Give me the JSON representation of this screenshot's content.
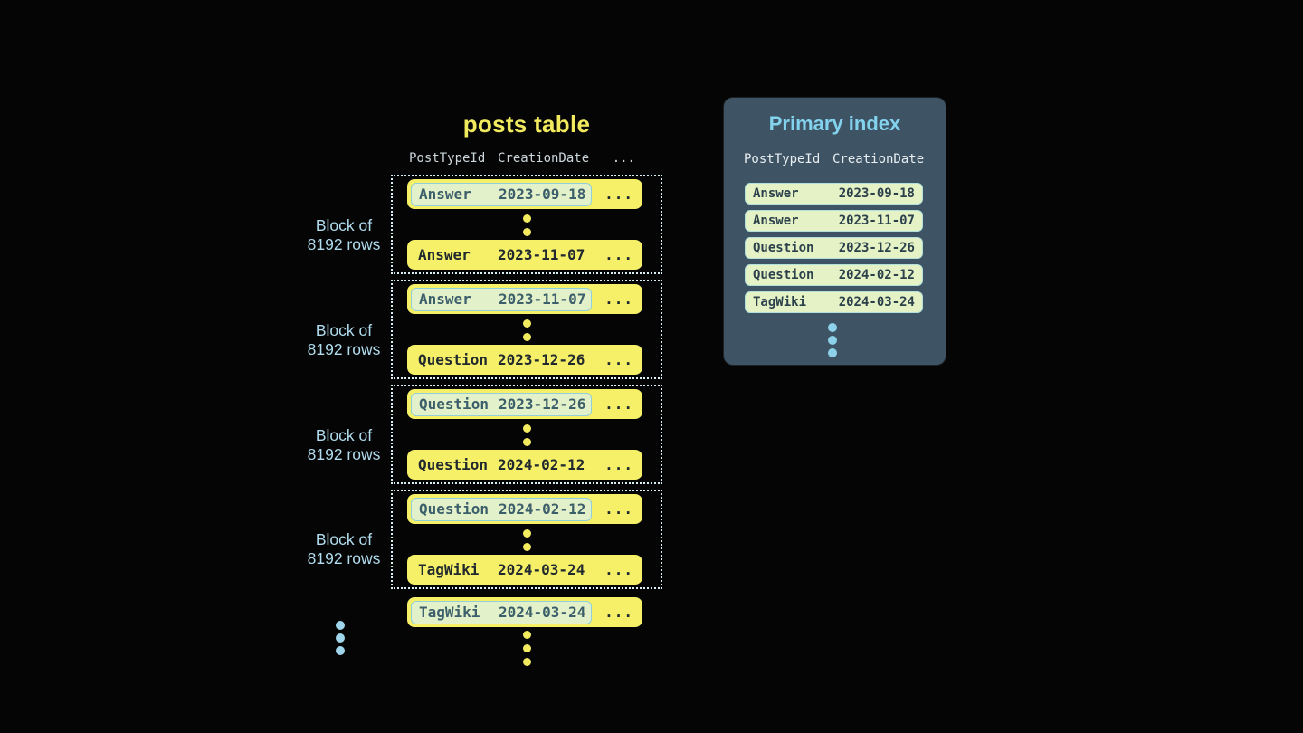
{
  "posts_table": {
    "title": "posts table",
    "columns": [
      "PostTypeId",
      "CreationDate"
    ],
    "ellipsis": "...",
    "block_label": {
      "line1": "Block of",
      "line2": "8192 rows"
    },
    "blocks": [
      {
        "first": {
          "type": "Answer",
          "date": "2023-09-18"
        },
        "last": {
          "type": "Answer",
          "date": "2023-11-07"
        }
      },
      {
        "first": {
          "type": "Answer",
          "date": "2023-11-07"
        },
        "last": {
          "type": "Question",
          "date": "2023-12-26"
        }
      },
      {
        "first": {
          "type": "Question",
          "date": "2023-12-26"
        },
        "last": {
          "type": "Question",
          "date": "2024-02-12"
        }
      },
      {
        "first": {
          "type": "Question",
          "date": "2024-02-12"
        },
        "last": {
          "type": "TagWiki",
          "date": "2024-03-24"
        }
      }
    ],
    "overflow_row": {
      "type": "TagWiki",
      "date": "2024-03-24"
    }
  },
  "primary_index": {
    "title": "Primary index",
    "columns": [
      "PostTypeId",
      "CreationDate"
    ],
    "rows": [
      {
        "type": "Answer",
        "date": "2023-09-18"
      },
      {
        "type": "Answer",
        "date": "2023-11-07"
      },
      {
        "type": "Question",
        "date": "2023-12-26"
      },
      {
        "type": "Question",
        "date": "2024-02-12"
      },
      {
        "type": "TagWiki",
        "date": "2024-03-24"
      }
    ]
  },
  "colors": {
    "background": "#050505",
    "row_yellow": "#f6ef68",
    "title_yellow": "#f1ea5e",
    "dotted_border": "#d9eef5",
    "highlight_bg": "#e2f1c9",
    "highlight_border": "#90cfdb",
    "panel_bg": "#3e5465",
    "panel_title": "#84d3ee",
    "index_row_bg": "#e4f2c6",
    "index_row_border": "#b2e1dc",
    "label_blue": "#b0dcee",
    "dot_blue": "#9fd6ec",
    "dot_yellow": "#f2eb60"
  }
}
